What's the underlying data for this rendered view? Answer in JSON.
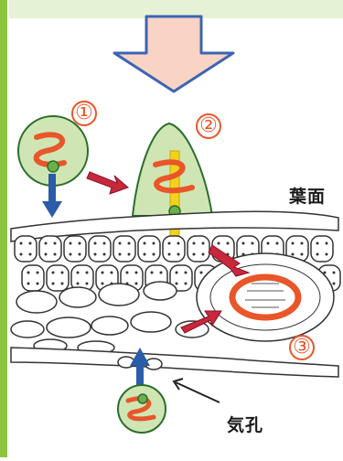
{
  "labels": {
    "step1": "①",
    "step2": "②",
    "step3": "③",
    "leaf_surface": "葉面",
    "stoma": "気孔"
  },
  "colors": {
    "frame_green": "#8cc63f",
    "top_band": "#e6f2d6",
    "arrow_fill": "#f9d4c4",
    "arrow_stroke": "#3c64b4",
    "blue_arrow": "#2b5ca8",
    "red_arrow": "#c8283c",
    "orange": "#e8562a",
    "yellow_rod": "#f2d21e",
    "bubble_fill": "#cfe6b4",
    "cell_fill": "#ffffff",
    "cell_stroke": "#333333"
  },
  "icons": [
    "down-arrow-icon",
    "spiral-icon",
    "pointer-arrow-icon"
  ]
}
